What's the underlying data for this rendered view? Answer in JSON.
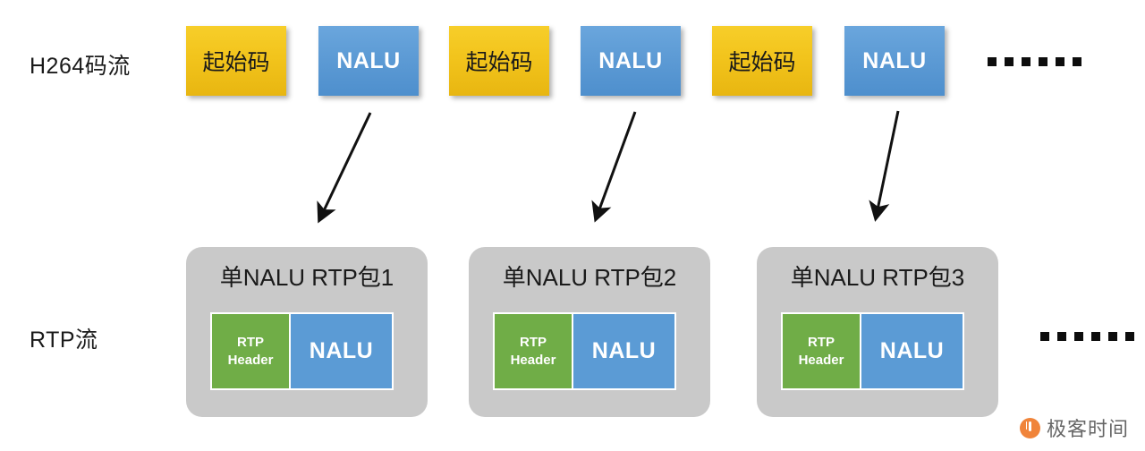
{
  "labels": {
    "h264_stream": "H264码流",
    "rtp_stream": "RTP流"
  },
  "h264_stream": {
    "boxes": [
      {
        "text": "起始码",
        "kind": "startcode"
      },
      {
        "text": "NALU",
        "kind": "nalu"
      },
      {
        "text": "起始码",
        "kind": "startcode"
      },
      {
        "text": "NALU",
        "kind": "nalu"
      },
      {
        "text": "起始码",
        "kind": "startcode"
      },
      {
        "text": "NALU",
        "kind": "nalu"
      }
    ],
    "ellipsis_dots": 6
  },
  "rtp_stream": {
    "packets": [
      {
        "title": "单NALU RTP包1",
        "header_line1": "RTP",
        "header_line2": "Header",
        "payload": "NALU"
      },
      {
        "title": "单NALU RTP包2",
        "header_line1": "RTP",
        "header_line2": "Header",
        "payload": "NALU"
      },
      {
        "title": "单NALU RTP包3",
        "header_line1": "RTP",
        "header_line2": "Header",
        "payload": "NALU"
      }
    ],
    "ellipsis_dots": 6
  },
  "arrows": [
    {
      "from": "NALU 1",
      "to": "单NALU RTP包1"
    },
    {
      "from": "NALU 2",
      "to": "单NALU RTP包2"
    },
    {
      "from": "NALU 3",
      "to": "单NALU RTP包3"
    }
  ],
  "watermark": {
    "text": "极客时间"
  },
  "colors": {
    "startcode_yellow": "#f2c41c",
    "nalu_blue": "#5b9bd5",
    "rtp_header_green": "#70ad47",
    "packet_gray": "#c9c9c9",
    "arrow_black": "#111111",
    "watermark_orange": "#ef7a2a"
  }
}
